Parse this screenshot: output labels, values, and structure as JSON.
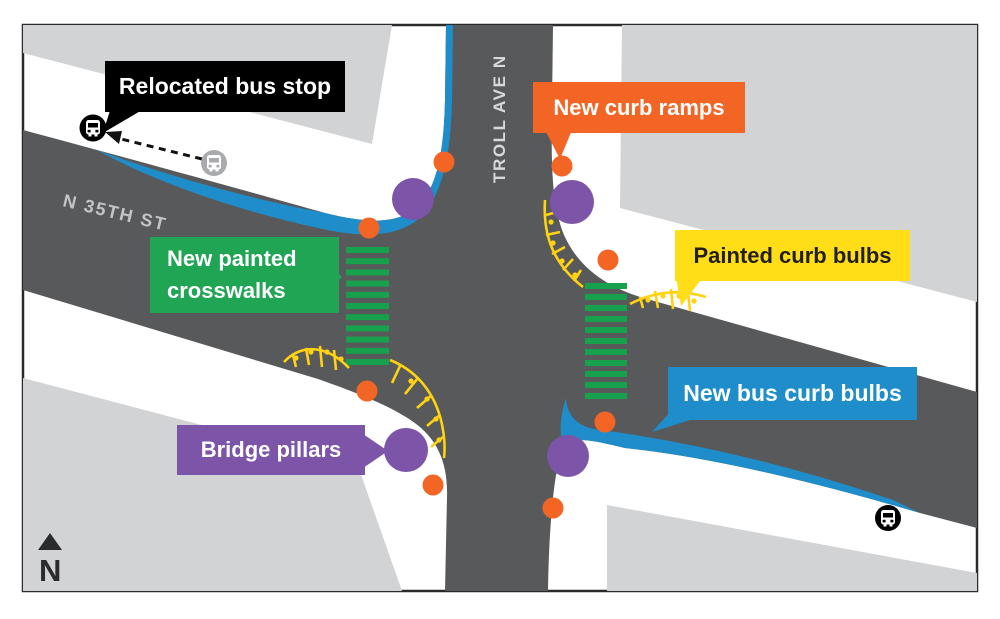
{
  "map": {
    "streets": {
      "vertical": "TROLL AVE N",
      "horizontal": "N 35TH ST"
    },
    "compass": {
      "label": "N"
    },
    "callouts": [
      {
        "id": "relocated-bus-stop",
        "label": "Relocated bus stop",
        "bg": "#000000",
        "fg": "#ffffff"
      },
      {
        "id": "new-curb-ramps",
        "label": "New curb ramps",
        "bg": "#F26524",
        "fg": "#ffffff"
      },
      {
        "id": "painted-curb-bulbs",
        "label": "Painted curb bulbs",
        "bg": "#FFDE17",
        "fg": "#231F20"
      },
      {
        "id": "new-painted-crosswalks",
        "label": "New painted crosswalks",
        "lines": [
          "New painted",
          "crosswalks"
        ],
        "bg": "#1FA553",
        "fg": "#ffffff"
      },
      {
        "id": "new-bus-curb-bulbs",
        "label": "New bus curb bulbs",
        "bg": "#1F8DC9",
        "fg": "#ffffff"
      },
      {
        "id": "bridge-pillars",
        "label": "Bridge pillars",
        "bg": "#7C55A9",
        "fg": "#ffffff"
      }
    ],
    "markers": {
      "curb_ramp_dot_color": "#F26524",
      "bridge_pillar_color": "#7C55A9",
      "crosswalk_stripe_color": "#18A14C",
      "bus_curb_bulb_color": "#1F8DC9",
      "painted_curb_bulb_color": "#FFD213",
      "road_color": "#58595B",
      "building_color": "#D2D3D5",
      "sidewalk_color": "#FFFFFF",
      "relocated_bus_stop_color": "#000000",
      "old_bus_stop_color": "#A8AAAD"
    }
  }
}
